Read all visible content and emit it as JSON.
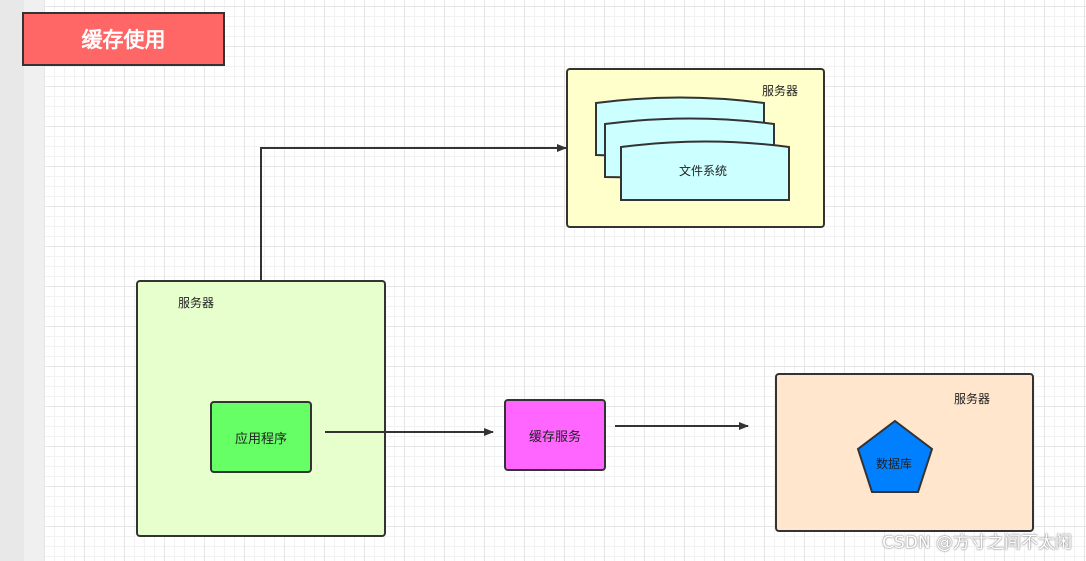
{
  "title": "缓存使用",
  "servers": {
    "files": {
      "label": "服务器",
      "content": "文件系统"
    },
    "app": {
      "label": "服务器",
      "content": "应用程序"
    },
    "db": {
      "label": "服务器",
      "content": "数据库"
    }
  },
  "cache": {
    "label": "缓存服务"
  },
  "watermark": "CSDN @方寸之间不太闲",
  "colors": {
    "title_bg": "#ff6666",
    "files_server_bg": "#ffffcc",
    "files_doc_bg": "#ccffff",
    "app_server_bg": "#e6ffcc",
    "app_node_bg": "#66ff66",
    "cache_node_bg": "#ff66ff",
    "db_server_bg": "#ffe6cc",
    "db_shape_bg": "#007fff"
  }
}
